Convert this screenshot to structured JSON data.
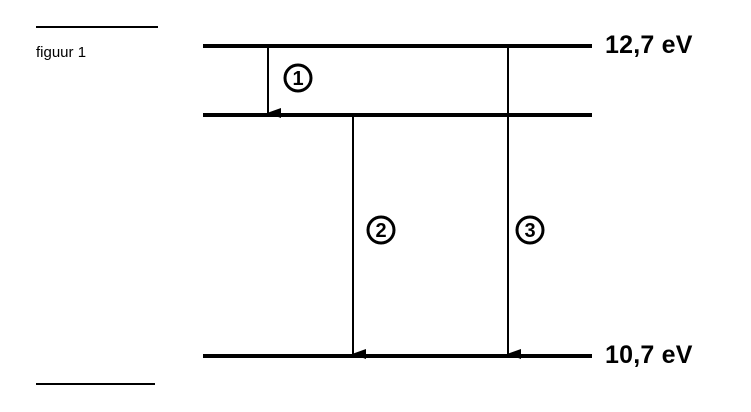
{
  "figure": {
    "caption": "figuur 1",
    "levels": [
      {
        "energy_label": "12,7 eV"
      },
      {
        "energy_label": ""
      },
      {
        "energy_label": "10,7 eV"
      }
    ],
    "transitions": [
      {
        "label": "1",
        "from_level": 0,
        "to_level": 1
      },
      {
        "label": "2",
        "from_level": 1,
        "to_level": 2
      },
      {
        "label": "3",
        "from_level": 0,
        "to_level": 2
      }
    ]
  }
}
